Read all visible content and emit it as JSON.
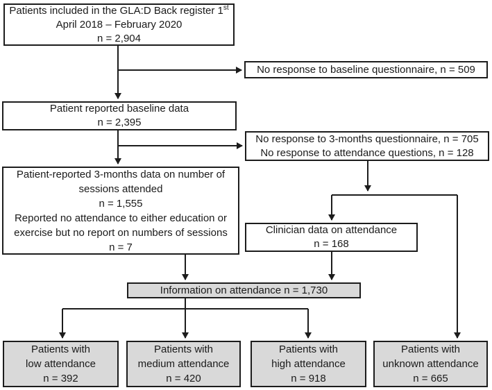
{
  "figure": {
    "background": "#ffffff",
    "border_color": "#1c1c1c",
    "gray_fill": "#d9d9d9",
    "white_fill": "#ffffff",
    "boxes": {
      "register": {
        "line1_main": "Patients included in the GLA:D Back register 1",
        "line1_sup": "st",
        "line2": "April 2018 –  February 2020",
        "line3": "n = 2,904"
      },
      "no_response_baseline": {
        "line1": "No response to baseline questionnaire, n = 509"
      },
      "baseline_data": {
        "line1": "Patient reported baseline data",
        "line2": "n = 2,395"
      },
      "no_response_3months": {
        "line1": "No response to 3-months questionnaire, n = 705",
        "line2": "No response to attendance questions, n = 128"
      },
      "patient_3months": {
        "line1": "Patient-reported 3-months data on number of",
        "line2": "sessions attended",
        "line3": "n = 1,555",
        "line4": "Reported no attendance to either education or",
        "line5": "exercise but no report on numbers of sessions",
        "line6": "n = 7"
      },
      "clinician": {
        "line1": "Clinician data on attendance",
        "line2": "n = 168"
      },
      "info_attendance": {
        "line1": "Information on attendance n = 1,730"
      },
      "low": {
        "line1": "Patients with",
        "line2": "low attendance",
        "line3": "n = 392"
      },
      "medium": {
        "line1": "Patients with",
        "line2": "medium attendance",
        "line3": "n = 420"
      },
      "high": {
        "line1": "Patients with",
        "line2": "high attendance",
        "line3": "n = 918"
      },
      "unknown": {
        "line1": "Patients with",
        "line2": "unknown attendance",
        "line3": "n = 665"
      }
    }
  }
}
